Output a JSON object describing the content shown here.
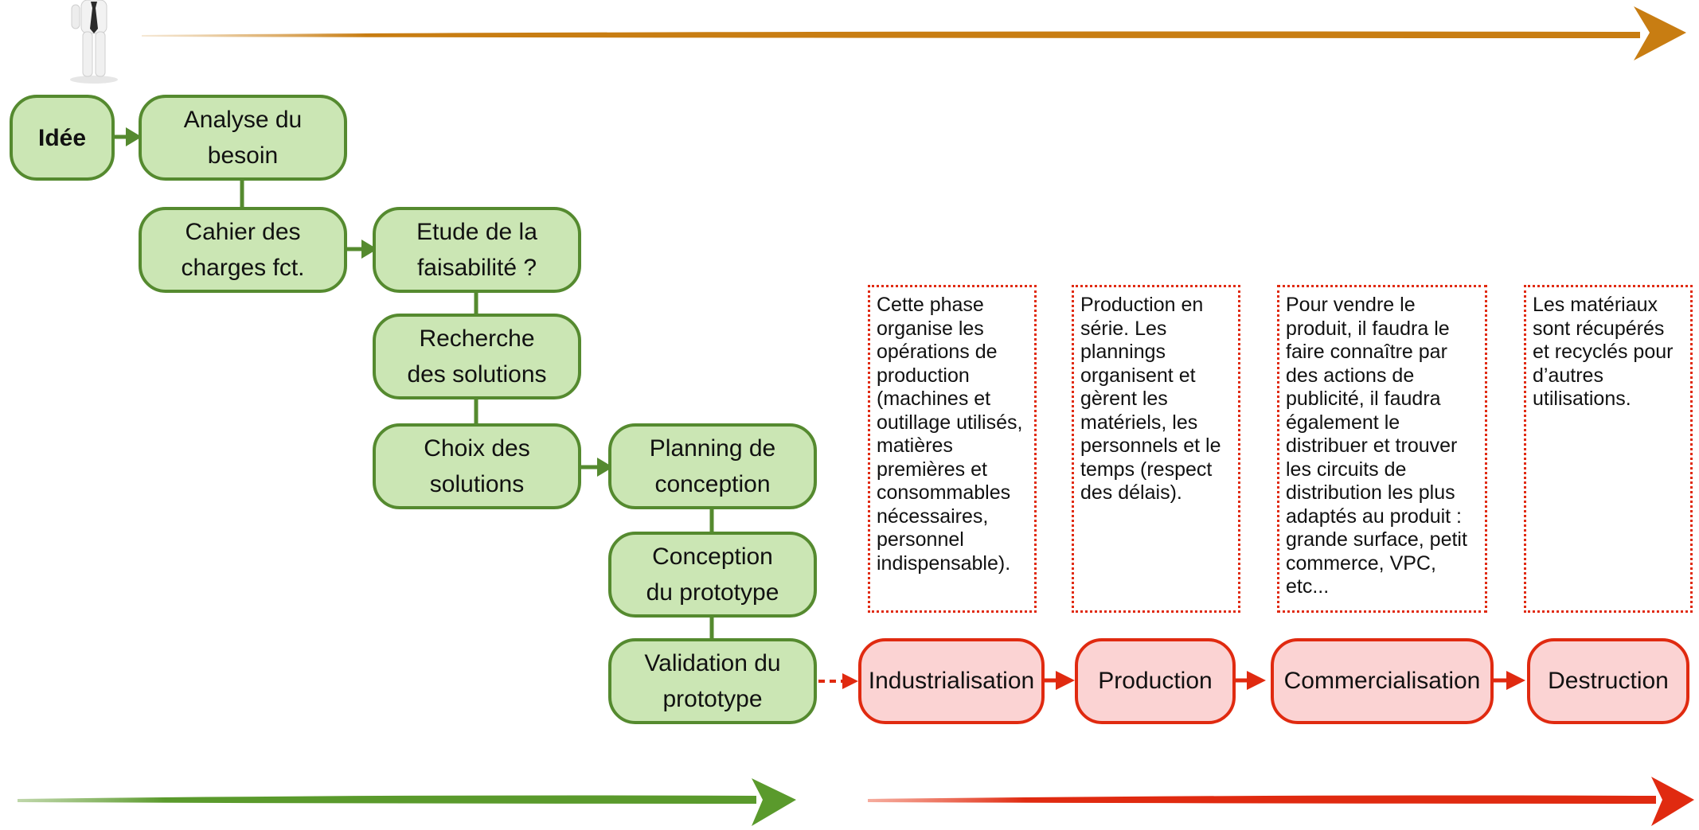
{
  "idea": "Idée",
  "green_steps": {
    "analyse": "Analyse du\nbesoin",
    "cahier": "Cahier des\ncharges fct.",
    "etude": "Etude de la\nfaisabilité ?",
    "recherche": "Recherche\ndes solutions",
    "choix": "Choix des\nsolutions",
    "planning": "Planning de\nconception",
    "conception": "Conception\ndu prototype",
    "validation": "Validation du\nprototype"
  },
  "red_steps": {
    "industrialisation": "Industrialisation",
    "production": "Production",
    "commercialisation": "Commercialisation",
    "destruction": "Destruction"
  },
  "descriptions": {
    "industrialisation": "Cette phase organise les opérations de production (machines et outillage utilisés, matières premières et consommables nécessaires, personnel indispensable).",
    "production": "Production en série. Les plannings organisent et gèrent les matériels, les personnels et le temps (respect des délais).",
    "commercialisation": "Pour vendre le produit, il faudra le faire connaître par des actions de publicité, il faudra également le distribuer et trouver les circuits de distribution les plus adaptés au produit : grande surface, petit commerce, VPC,  etc...",
    "destruction": "Les matériaux sont récupérés et recyclés pour d’autres utilisations."
  },
  "colors": {
    "green_fill": "#cbe6b4",
    "green_border": "#558a2f",
    "red_fill": "#fbd3d3",
    "red_border": "#e02a10",
    "timeline_top": "#c87d12"
  },
  "icons": {
    "person": "thinking-businessman-icon"
  }
}
